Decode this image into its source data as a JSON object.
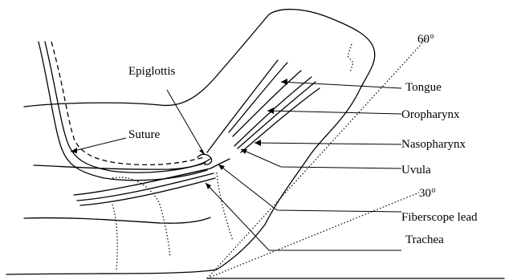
{
  "labels": {
    "epiglottis": "Epiglottis",
    "suture": "Suture",
    "tongue": "Tongue",
    "oropharynx": "Oropharynx",
    "nasopharynx": "Nasopharynx",
    "uvula": "Uvula",
    "fiberscope_lead": "Fiberscope lead",
    "trachea": "Trachea",
    "angle_60": "60°",
    "angle_30": "30°"
  }
}
